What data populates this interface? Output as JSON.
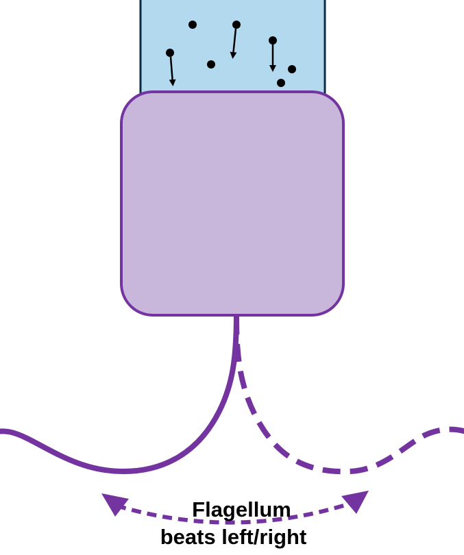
{
  "caption": {
    "line1": "Flagellum",
    "line2": "beats left/right"
  },
  "colors": {
    "channel_fill": "#b3d9ee",
    "channel_stroke": "#0d2a45",
    "body_fill": "#c8b7da",
    "body_stroke": "#7434a0",
    "flagellum": "#7434a0",
    "particle": "#000000",
    "text": "#000000"
  },
  "icons": {
    "body": "rounded-square-cell",
    "flagellum": "wavy-tail",
    "beat_arrow": "double-headed-dashed-arrow",
    "particle": "dot",
    "flow_arrow": "down-arrow"
  }
}
